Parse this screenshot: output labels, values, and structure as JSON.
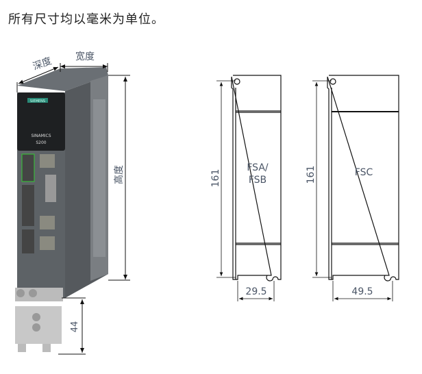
{
  "title": "所有尺寸均以毫米为单位。",
  "device": {
    "brand": "SIEMENS",
    "model_line1": "SINAMICS",
    "model_line2": "S200",
    "depth_label": "深度",
    "width_label": "宽度",
    "height_label": "高度",
    "bracket_height": "44"
  },
  "drawings": [
    {
      "name": "FSA/FSB",
      "label_line1": "FSA/",
      "label_line2": "FSB",
      "height": "161",
      "width": "29.5"
    },
    {
      "name": "FSC",
      "label_line1": "FSC",
      "height": "161",
      "width": "49.5"
    }
  ]
}
